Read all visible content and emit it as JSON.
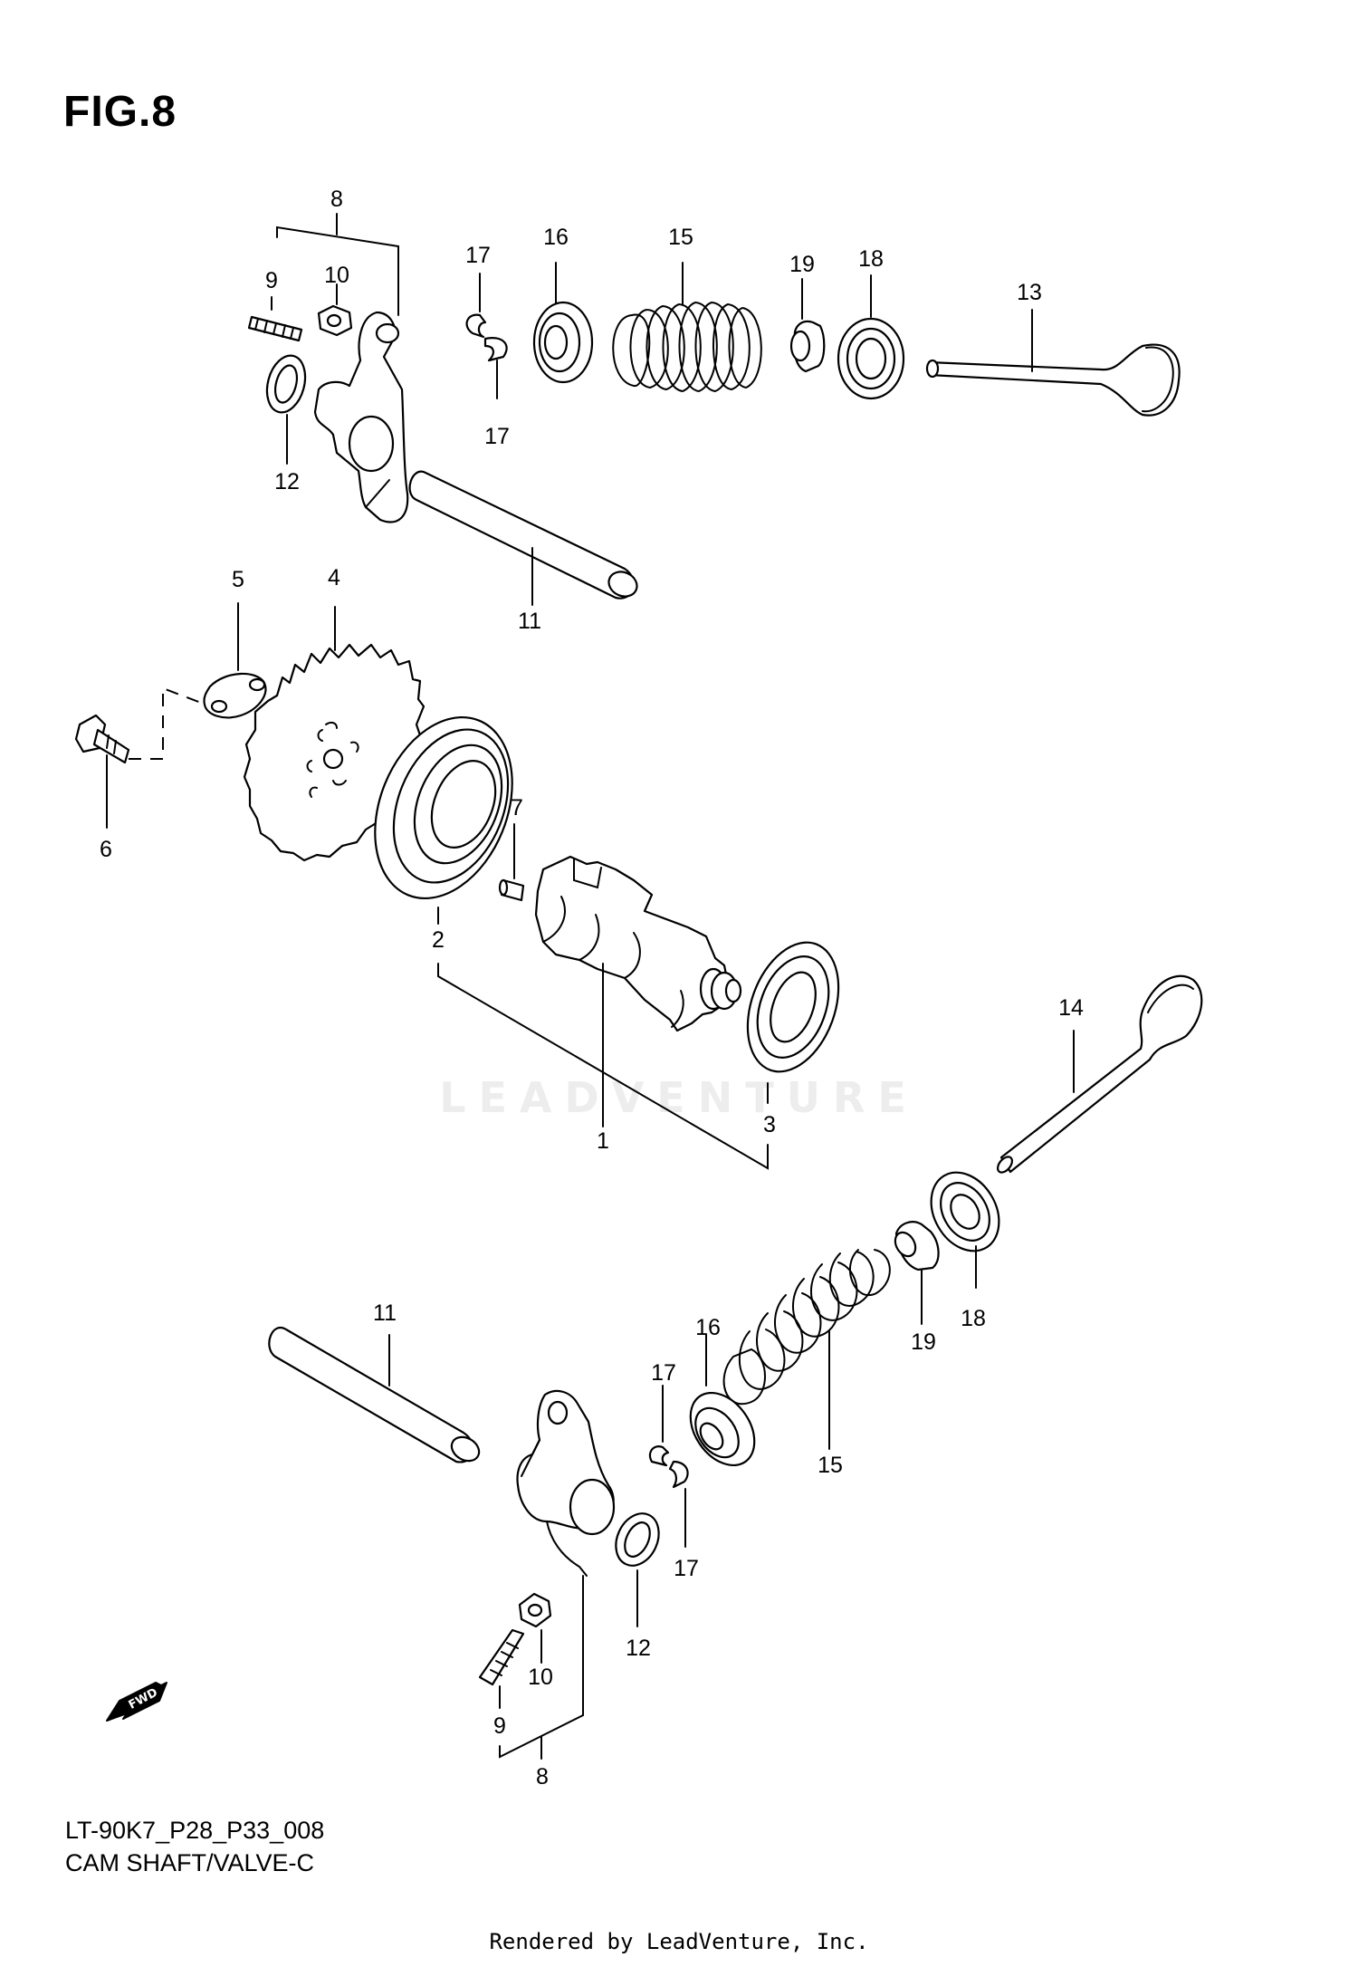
{
  "figure": {
    "title": "FIG.8",
    "code": "LT-90K7_P28_P33_008",
    "name": "CAM SHAFT/VALVE-C"
  },
  "watermark": "LEADVENTURE",
  "fwd_label": "FWD",
  "rendered_by": "Rendered by LeadVenture, Inc.",
  "callouts": {
    "c1": "1",
    "c2": "2",
    "c3": "3",
    "c4": "4",
    "c5": "5",
    "c6": "6",
    "c7": "7",
    "c8_top": "8",
    "c9_top": "9",
    "c10_top": "10",
    "c11_top": "11",
    "c12_top": "12",
    "c13": "13",
    "c14": "14",
    "c15_top": "15",
    "c16_top": "16",
    "c17_top_a": "17",
    "c17_top_b": "17",
    "c18_top": "18",
    "c19_top": "19",
    "c8_bot": "8",
    "c9_bot": "9",
    "c10_bot": "10",
    "c11_bot": "11",
    "c12_bot": "12",
    "c15_bot": "15",
    "c16_bot": "16",
    "c17_bot_a": "17",
    "c17_bot_b": "17",
    "c18_bot": "18",
    "c19_bot": "19"
  }
}
